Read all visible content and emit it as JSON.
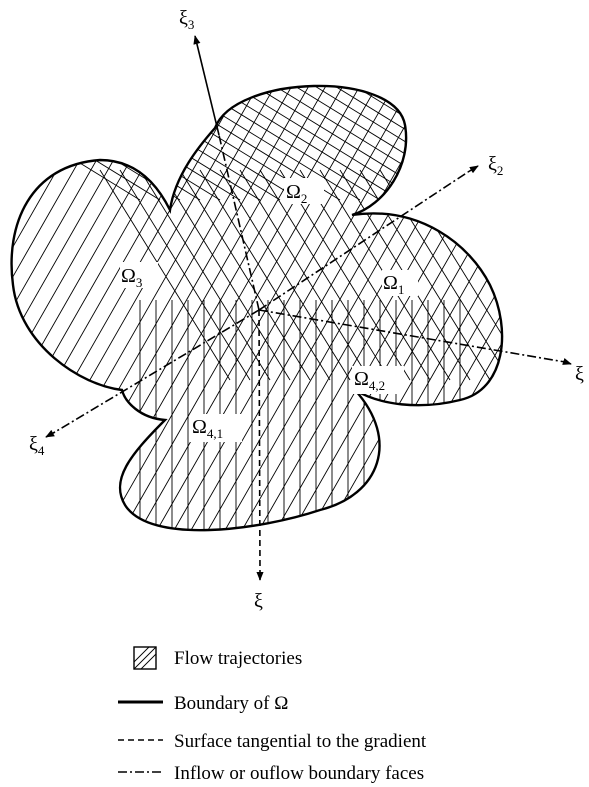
{
  "axes": {
    "xi": {
      "base": "ξ",
      "sub": ""
    },
    "xi_bottom": {
      "base": "ξ",
      "sub": ""
    },
    "xi2": {
      "base": "ξ",
      "sub": "2"
    },
    "xi3": {
      "base": "ξ",
      "sub": "3"
    },
    "xi4": {
      "base": "ξ",
      "sub": "4"
    }
  },
  "regions": {
    "omega1": {
      "base": "Ω",
      "sub": "1"
    },
    "omega2": {
      "base": "Ω",
      "sub": "2"
    },
    "omega3": {
      "base": "Ω",
      "sub": "3"
    },
    "omega41": {
      "base": "Ω",
      "sub": "4,1"
    },
    "omega42": {
      "base": "Ω",
      "sub": "4,2"
    }
  },
  "legend": {
    "flow_trajectories": "Flow trajectories",
    "boundary": "Boundary of Ω",
    "surface_tangential": "Surface tangential to the gradient",
    "inflow_outflow": "Inflow or ouflow boundary faces"
  },
  "colors": {
    "ink": "#000000",
    "background": "#ffffff"
  }
}
